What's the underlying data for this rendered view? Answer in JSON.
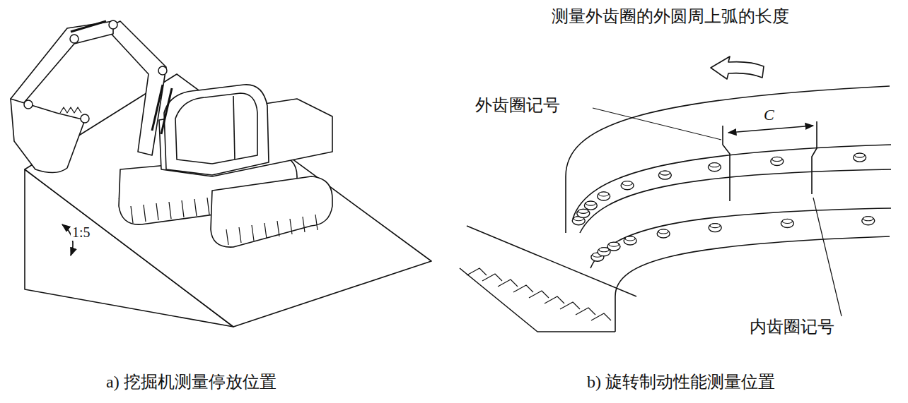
{
  "diagram": {
    "labels": [
      "测量外齿圈的外圆周上弧的长度",
      "1:5",
      "外齿圈记号",
      "C",
      "内齿圈记号",
      "a) 挖掘机测量停放位置",
      "b) 旋转制动性能测量位置"
    ]
  }
}
